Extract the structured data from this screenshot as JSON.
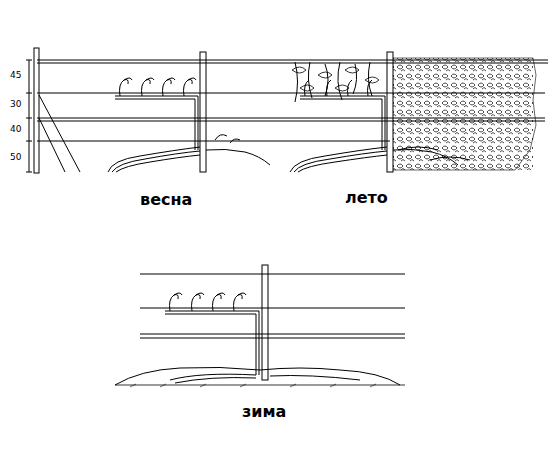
{
  "diagram": {
    "labels": [
      "45",
      "30",
      "40",
      "50",
      "весна",
      "лето",
      "зима"
    ]
  }
}
